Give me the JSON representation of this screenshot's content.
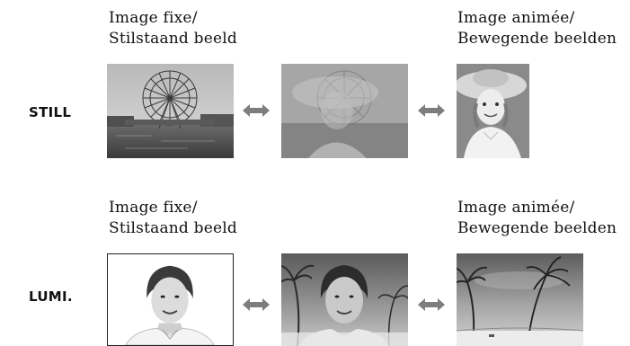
{
  "rows": [
    {
      "mode": "STILL",
      "left_caption": [
        "Image fixe/",
        "Stilstaand beeld"
      ],
      "right_caption": [
        "Image animée/",
        "Bewegende beelden"
      ],
      "images": [
        "ferris-wheel-photo",
        "ferris-girl-blend-photo",
        "girl-in-hat-photo"
      ]
    },
    {
      "mode": "LUMI.",
      "left_caption": [
        "Image fixe/",
        "Stilstaand beeld"
      ],
      "right_caption": [
        "Image animée/",
        "Bewegende beelden"
      ],
      "images": [
        "woman-portrait-photo",
        "woman-beach-blend-photo",
        "beach-palm-photo"
      ]
    }
  ],
  "arrow_icon": "double-arrow-icon",
  "colors": {
    "arrow": "#7d7d7d",
    "text": "#111111"
  }
}
